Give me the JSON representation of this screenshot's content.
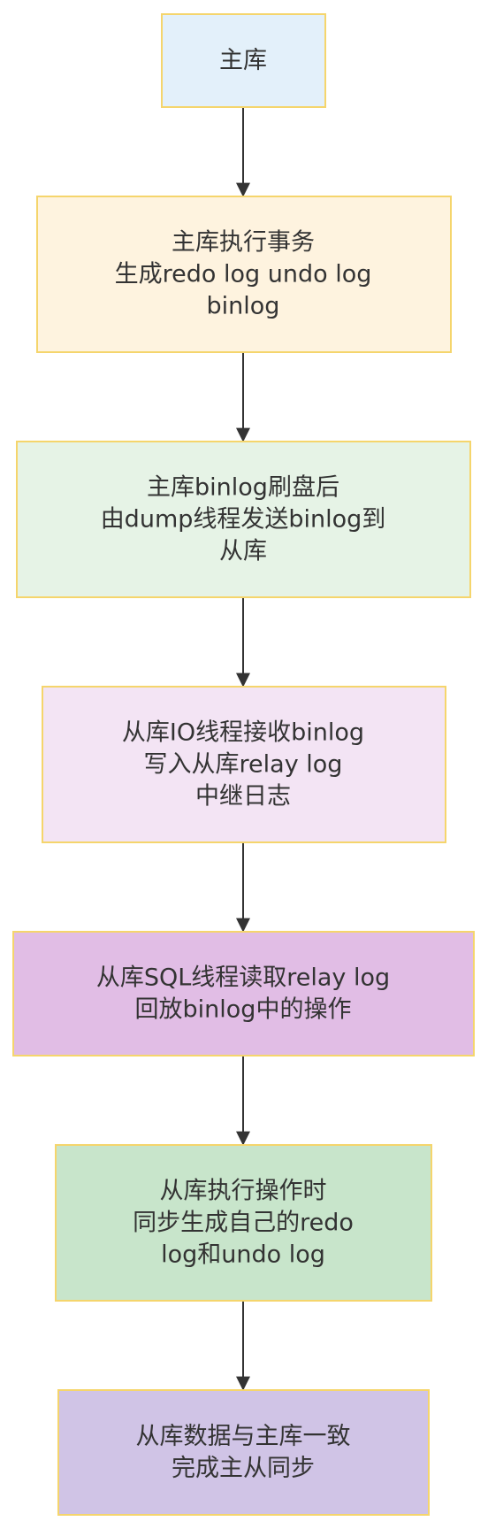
{
  "nodes": [
    {
      "lines": [
        "主库"
      ],
      "fill": "#e3f0fa",
      "stroke": "#f5d56c"
    },
    {
      "lines": [
        "主库执行事务",
        "生成redo log undo log",
        "binlog"
      ],
      "fill": "#fef3df",
      "stroke": "#f5d56c"
    },
    {
      "lines": [
        "主库binlog刷盘后",
        "由dump线程发送binlog到",
        "从库"
      ],
      "fill": "#e6f3e6",
      "stroke": "#f5d56c"
    },
    {
      "lines": [
        "从库IO线程接收binlog",
        "写入从库relay log",
        "中继日志"
      ],
      "fill": "#f3e4f4",
      "stroke": "#f5d56c"
    },
    {
      "lines": [
        "从库SQL线程读取relay log",
        "回放binlog中的操作"
      ],
      "fill": "#e1bde5",
      "stroke": "#f5d56c"
    },
    {
      "lines": [
        "从库执行操作时",
        "同步生成自己的redo",
        "log和undo log"
      ],
      "fill": "#c8e5cb",
      "stroke": "#f5d56c"
    },
    {
      "lines": [
        "从库数据与主库一致",
        "完成主从同步"
      ],
      "fill": "#d0c4e6",
      "stroke": "#f5d56c"
    }
  ],
  "edges": [
    {
      "from": 0,
      "to": 1
    },
    {
      "from": 1,
      "to": 2
    },
    {
      "from": 2,
      "to": 3
    },
    {
      "from": 3,
      "to": 4
    },
    {
      "from": 4,
      "to": 5
    },
    {
      "from": 5,
      "to": 6
    }
  ],
  "edge_color": "#333333"
}
